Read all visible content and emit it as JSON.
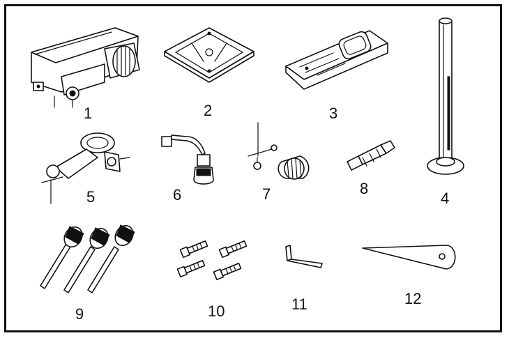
{
  "parts": [
    {
      "number": "1",
      "icon": "drill-press-head-icon"
    },
    {
      "number": "2",
      "icon": "work-table-icon"
    },
    {
      "number": "3",
      "icon": "base-plate-icon"
    },
    {
      "number": "4",
      "icon": "column-tube-icon"
    },
    {
      "number": "5",
      "icon": "table-bracket-icon"
    },
    {
      "number": "6",
      "icon": "feed-handle-icon"
    },
    {
      "number": "7",
      "icon": "chuck-and-key-icon"
    },
    {
      "number": "8",
      "icon": "arbor-icon"
    },
    {
      "number": "9",
      "icon": "handle-levers-icon"
    },
    {
      "number": "10",
      "icon": "bolts-icon"
    },
    {
      "number": "11",
      "icon": "hex-key-icon"
    },
    {
      "number": "12",
      "icon": "wedge-drift-icon"
    }
  ]
}
